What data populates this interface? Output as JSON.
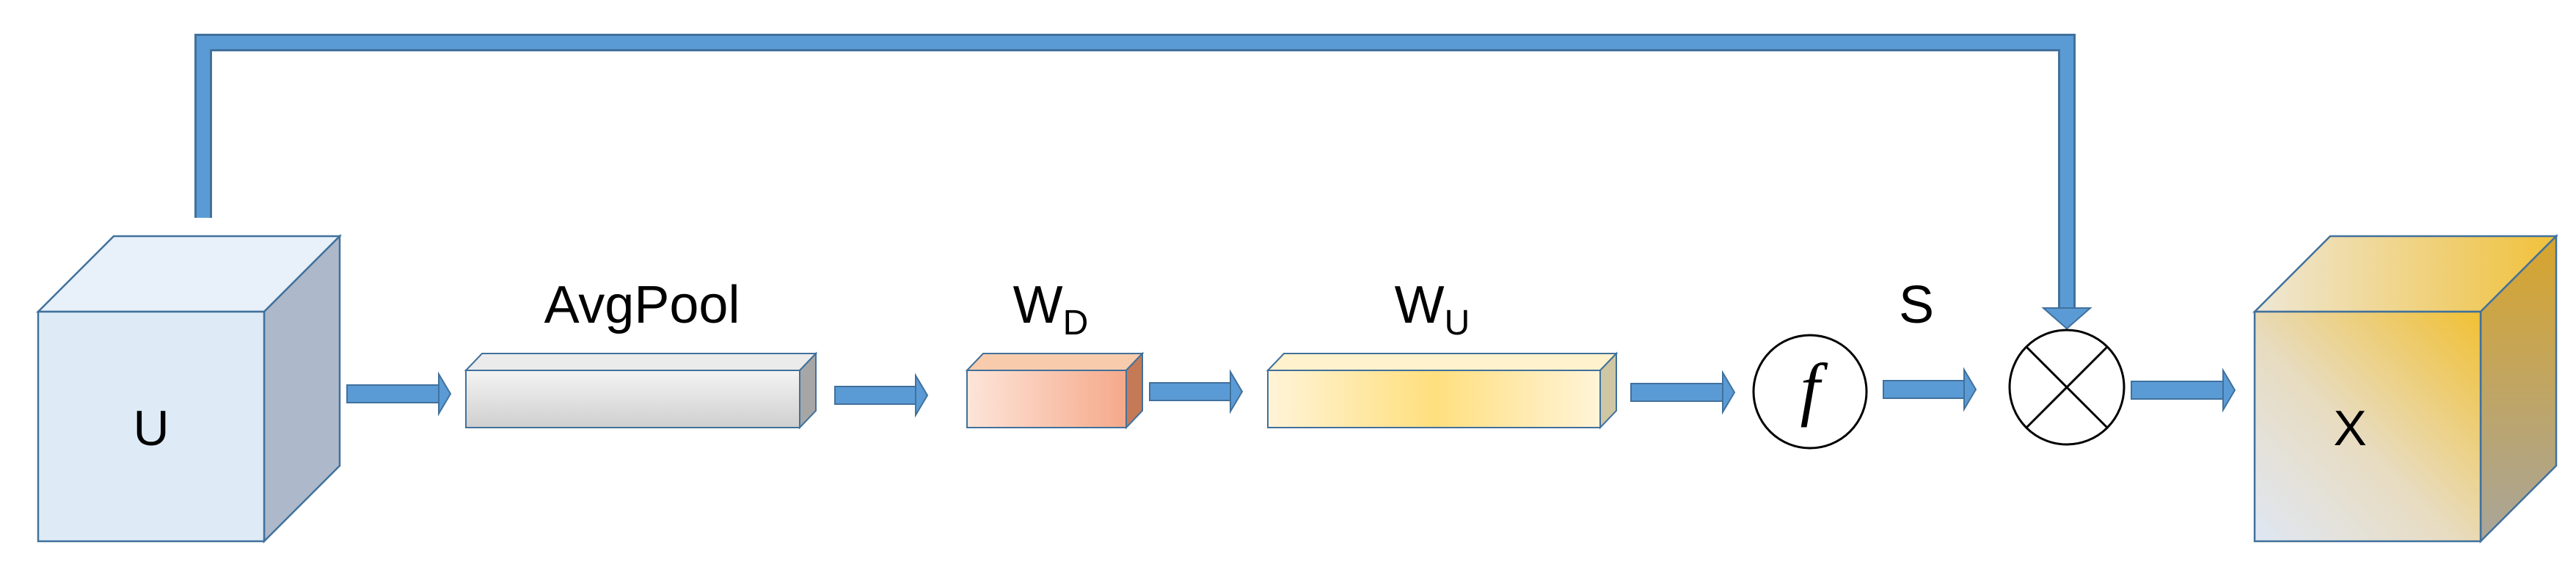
{
  "diagram": {
    "input_cube_label": "U",
    "avgpool_label": "AvgPool",
    "wd_main": "W",
    "wd_sub": "D",
    "wu_main": "W",
    "wu_sub": "U",
    "function_symbol": "f",
    "s_label": "S",
    "output_cube_label": "X"
  },
  "colors": {
    "arrow": "#5B9BD5",
    "arrow_stroke": "#41719C",
    "cube_u_front": "#DEEBF7",
    "cube_u_side": "#ADB9CA",
    "avgpool": "#D9D9D9",
    "wd": "#F4B183",
    "wu": "#FFE699",
    "cube_x_accent": "#F2C12E"
  },
  "icons": {
    "multiply": "circle-times-icon",
    "function": "circled-f-icon"
  }
}
